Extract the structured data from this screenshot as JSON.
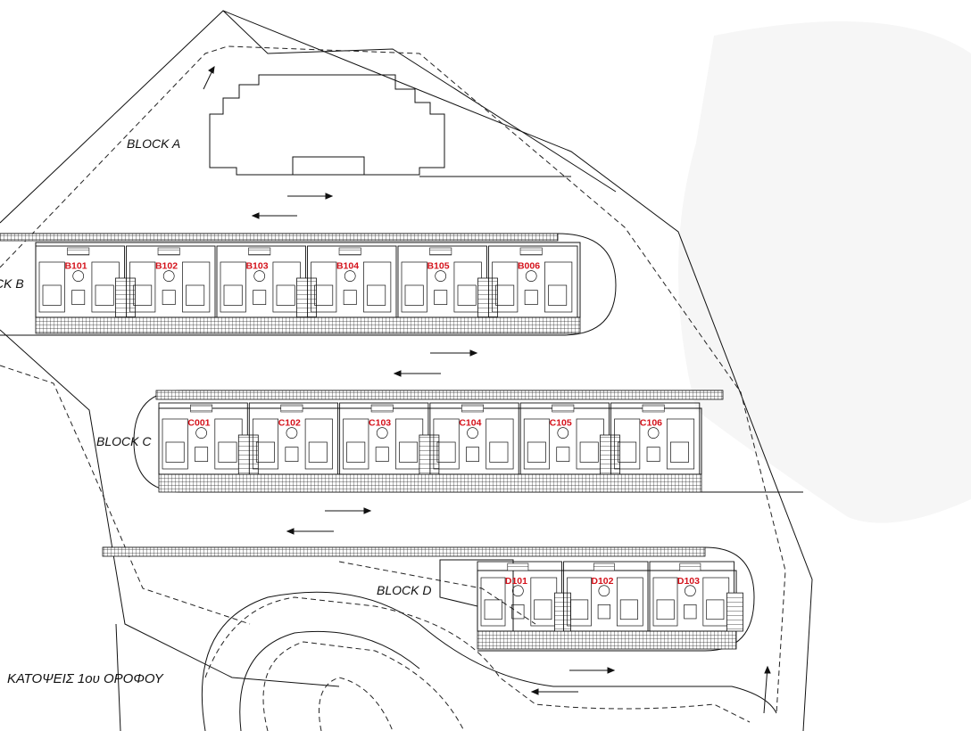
{
  "plan": {
    "title": "ΚΑΤΟΨΕΙΣ 1ου ΟΡΟΦΟΥ",
    "label_color": "#d4121b",
    "line_color": "#111111",
    "blocks": {
      "a": {
        "label": "BLOCK A"
      },
      "b": {
        "label": "CK B",
        "units": [
          "B101",
          "B102",
          "B103",
          "B104",
          "B105",
          "B006"
        ]
      },
      "c": {
        "label": "BLOCK C",
        "units": [
          "C001",
          "C102",
          "C103",
          "C104",
          "C105",
          "C106"
        ]
      },
      "d": {
        "label": "BLOCK D",
        "units": [
          "D101",
          "D102",
          "D103"
        ]
      }
    }
  }
}
